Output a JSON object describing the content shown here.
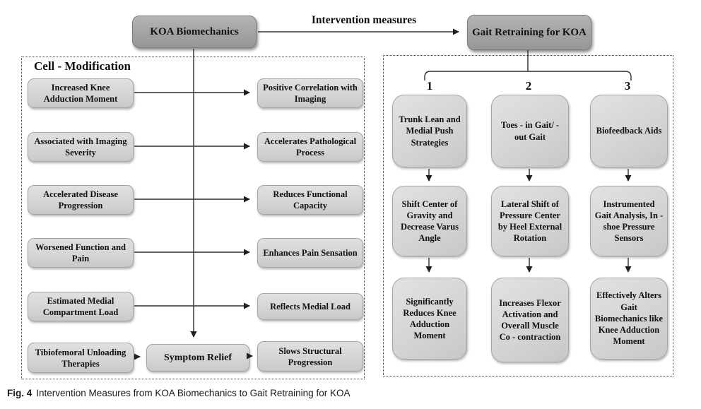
{
  "flow_header": {
    "koa_box_label": "KOA Biomechanics",
    "arrow_label": "Intervention measures",
    "gait_box_label": "Gait Retraining for KOA"
  },
  "cell_modification_panel": {
    "title": "Cell - Modification",
    "rows": [
      {
        "source": "Increased Knee Adduction Moment",
        "target": "Positive Correlation with Imaging"
      },
      {
        "source": "Associated with Imaging Severity",
        "target": "Accelerates Pathological Process"
      },
      {
        "source": "Accelerated Disease Progression",
        "target": "Reduces Functional Capacity"
      },
      {
        "source": "Worsened Function and Pain",
        "target": "Enhances Pain Sensation"
      },
      {
        "source": "Estimated Medial Compartment Load",
        "target": "Reflects Medial Load"
      }
    ],
    "bottom_row": {
      "source": "Tibiofemoral Unloading Therapies",
      "middle": "Symptom Relief",
      "target": "Slows Structural Progression"
    }
  },
  "gait_retraining_panel": {
    "columns": [
      {
        "number": "1",
        "steps": [
          "Trunk Lean and Medial Push Strategies",
          "Shift Center of Gravity and Decrease Varus Angle",
          "Significantly Reduces Knee Adduction Moment"
        ]
      },
      {
        "number": "2",
        "steps": [
          "Toes - in Gait/ - out Gait",
          "Lateral Shift of Pressure Center by Heel External Rotation",
          "Increases Flexor Activation and Overall Muscle Co - contraction"
        ]
      },
      {
        "number": "3",
        "steps": [
          "Biofeedback Aids",
          "Instrumented Gait Analysis, In - shoe Pressure Sensors",
          "Effectively Alters Gait Biomechanics like Knee Adduction Moment"
        ]
      }
    ]
  },
  "caption": {
    "label": "Fig. 4",
    "text": "Intervention Measures from KOA Biomechanics to Gait Retraining for KOA"
  },
  "colors": {
    "dark_node_fill": "#a3a3a3",
    "light_node_fill": "#d2d2d2",
    "line_color": "#2e2e2e",
    "text_color": "#111111"
  }
}
